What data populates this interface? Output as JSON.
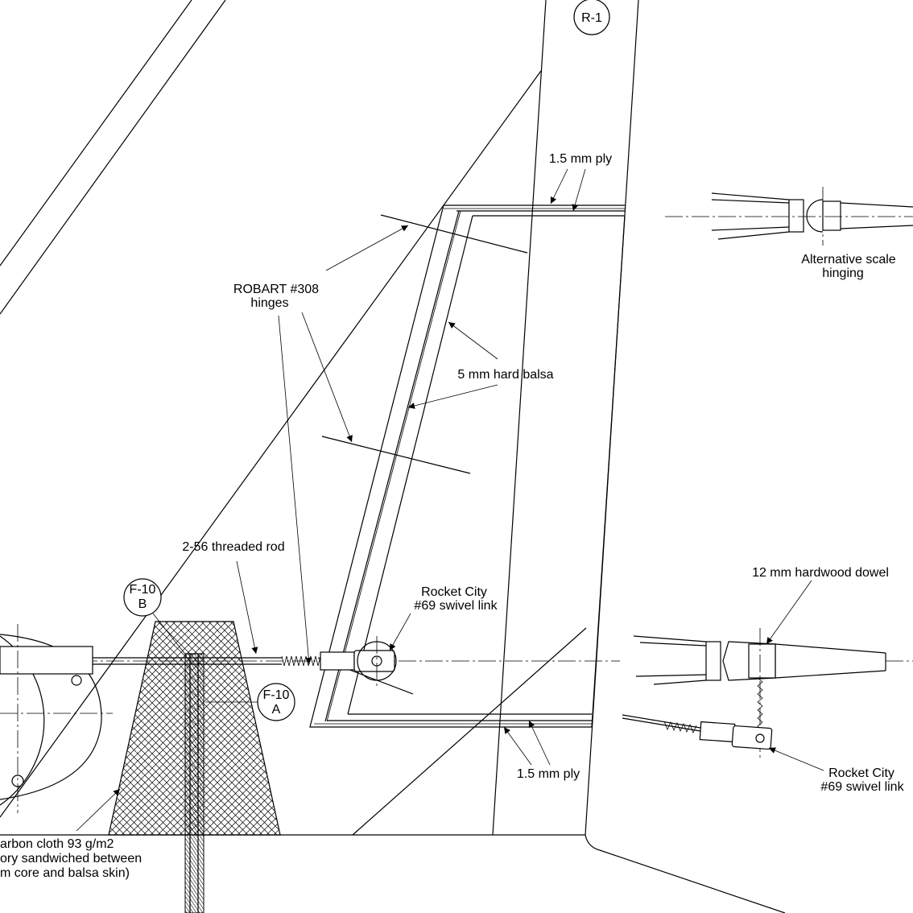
{
  "drawing": {
    "sheet_ref": "R-1",
    "labels": {
      "ply_top": "1.5 mm ply",
      "alt_hinging_1": "Alternative scale",
      "alt_hinging_2": "hinging",
      "robart_1": "ROBART #308",
      "robart_2": "hinges",
      "balsa": "5 mm hard balsa",
      "threaded_rod": "2-56 threaded rod",
      "f10b_1": "F-10",
      "f10b_2": "B",
      "swivel_left_1": "Rocket City",
      "swivel_left_2": "#69 swivel link",
      "dowel": "12 mm hardwood dowel",
      "f10a_1": "F-10",
      "f10a_2": "A",
      "ply_bottom": "1.5 mm ply",
      "swivel_right_1": "Rocket City",
      "swivel_right_2": "#69 swivel link",
      "carbon_1": "arbon cloth 93 g/m2",
      "carbon_2": "ory sandwiched between",
      "carbon_3": "m core and balsa skin)"
    }
  }
}
